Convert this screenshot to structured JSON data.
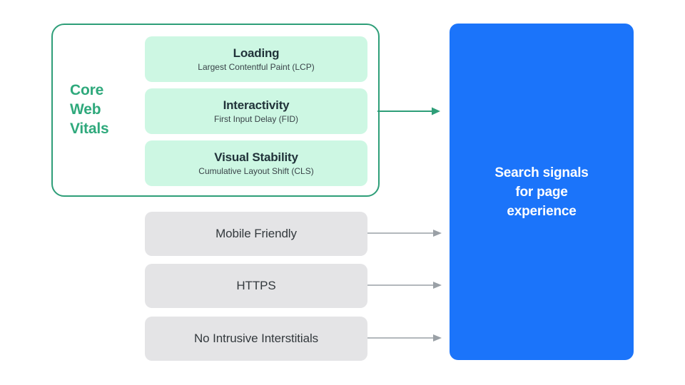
{
  "diagram": {
    "title": "Search signals for page experience",
    "colors": {
      "green_stroke": "#2E9E78",
      "green_label": "#2FA97C",
      "mint_fill": "#CDF7E3",
      "gray_fill": "#E4E4E6",
      "blue_panel": "#1B74FA",
      "arrow_gray": "#9AA0A6",
      "arrow_green": "#2E9E78",
      "background": "#FFFFFF"
    }
  },
  "core_web_vitals": {
    "group_label": "Core\nWeb\nVitals",
    "vitals": [
      {
        "title": "Loading",
        "subtitle": "Largest Contentful Paint (LCP)"
      },
      {
        "title": "Interactivity",
        "subtitle": "First Input Delay (FID)"
      },
      {
        "title": "Visual Stability",
        "subtitle": "Cumulative Layout Shift (CLS)"
      }
    ]
  },
  "other_signals": [
    {
      "label": "Mobile Friendly"
    },
    {
      "label": "HTTPS"
    },
    {
      "label": "No Intrusive Interstitials"
    }
  ],
  "outcome": {
    "text": "Search signals\nfor page\nexperience"
  }
}
